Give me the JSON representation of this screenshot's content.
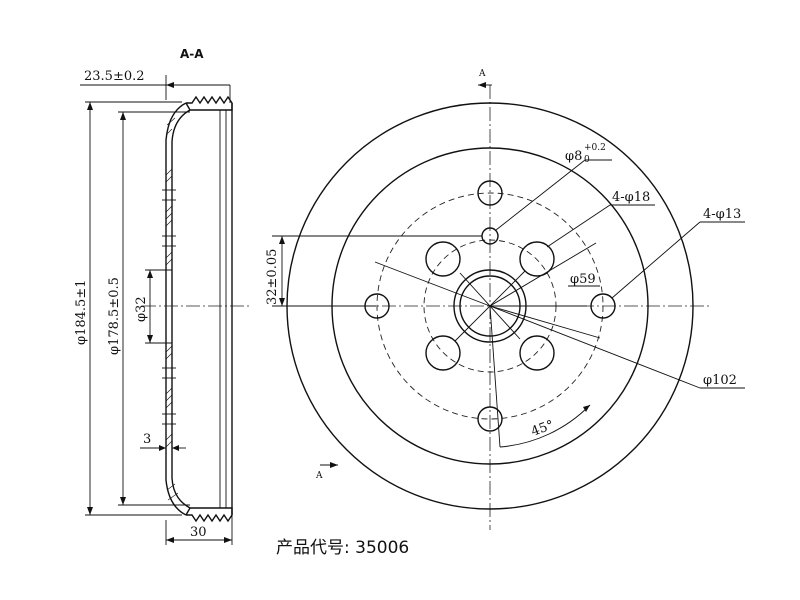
{
  "section_view": {
    "title": "A-A",
    "dim_width_top": "23.5±0.2",
    "dim_outer_dia": "φ184.5±1",
    "dim_inner_dia": "φ178.5±0.5",
    "dim_hub_dia": "φ32",
    "dim_thickness": "3",
    "dim_width_bottom": "30"
  },
  "front_view": {
    "section_mark": "A",
    "pin_hole_dia": "φ8",
    "pin_hole_tol_upper": "+0.2",
    "pin_hole_tol_lower": "0",
    "large_holes": "4-φ18",
    "small_holes": "4-φ13",
    "bolt_circle_inner": "φ59",
    "bolt_circle_outer": "φ102",
    "offset_dim": "32±0.05",
    "angle": "45°"
  },
  "product_code": "产品代号: 35006"
}
